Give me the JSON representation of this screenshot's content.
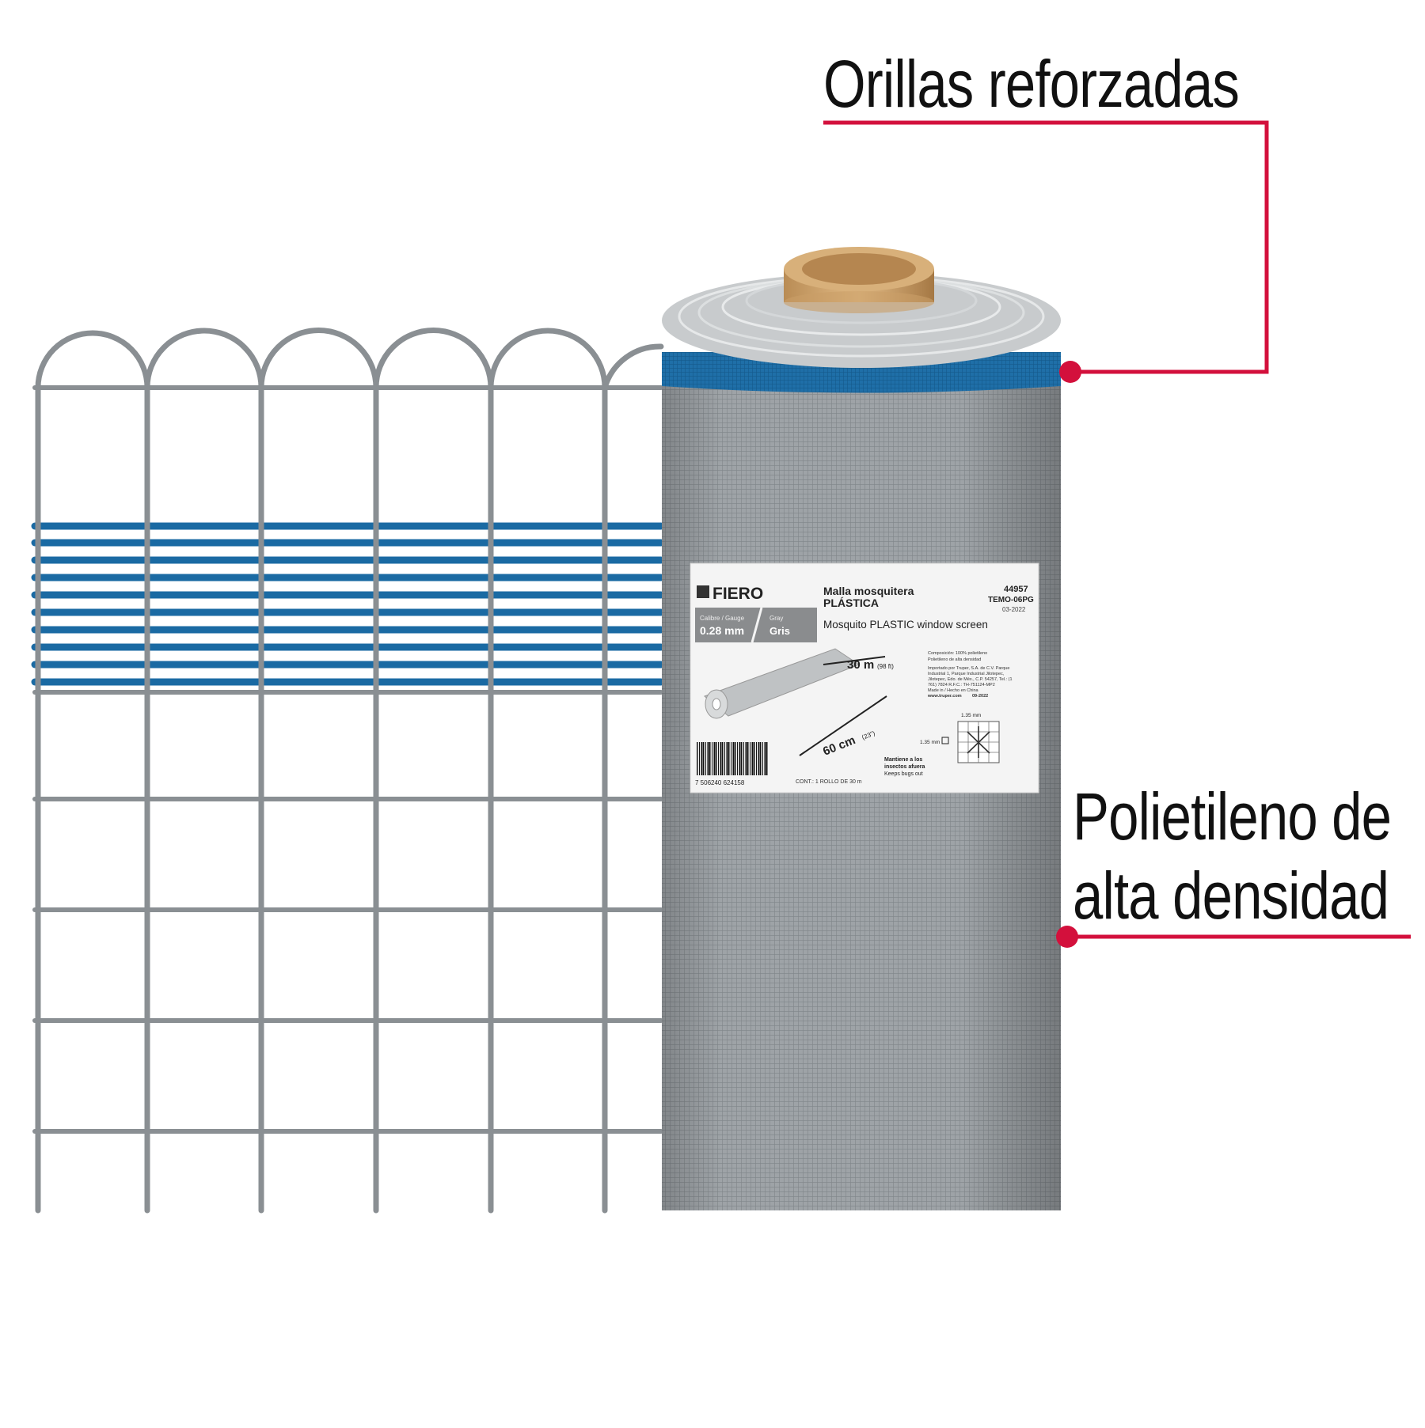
{
  "callouts": {
    "top": {
      "text": "Orillas reforzadas"
    },
    "bottom": {
      "line1": "Polietileno de",
      "line2": "alta densidad"
    }
  },
  "label": {
    "brand": "FIERO",
    "title_line1": "Malla mosquitera",
    "title_line2": "PLÁSTICA",
    "subtitle": "Mosquito PLASTIC window screen",
    "code": "44957",
    "model": "TEMO-06PG",
    "date": "03-2022",
    "gauge_label": "Calibre / Gauge",
    "gauge_value": "0.28 mm",
    "color_label": "Gray",
    "color_value": "Gris",
    "length": "30 m",
    "length_imperial": "(98 ft)",
    "width": "60 cm",
    "width_imperial": "(23\")",
    "composition": "Composición: 100% polietileno",
    "composition2": "Polietileno de alta densidad",
    "importer": "Importado por Truper, S.A. de C.V. Parque",
    "importer2": "Industrial 1, Parque Industrial Jilotepec,",
    "importer3": "Jilotepec, Edo. de Méx., C.P. 54257, Tel.: (1",
    "importer4": "761) 7824 R.F.C.: TH-751124-MP2",
    "importer5": "Made in / Hecho en China",
    "website": "www.truper.com",
    "lot": "09-2022",
    "mesh_size_h": "1.35 mm",
    "mesh_size_v": "1.35 mm",
    "keeps_es1": "Mantiene a los",
    "keeps_es2": "insectos afuera",
    "keeps_en": "Keeps bugs out",
    "barcode_digits": "7 506240 624158",
    "content": "CONT.: 1 ROLLO DE 30 m"
  },
  "colors": {
    "accent_red": "#d3103c",
    "stripe_blue": "#1a6aa3",
    "wire_gray": "#8a8f93",
    "mesh_gray": "#9da2a6"
  }
}
